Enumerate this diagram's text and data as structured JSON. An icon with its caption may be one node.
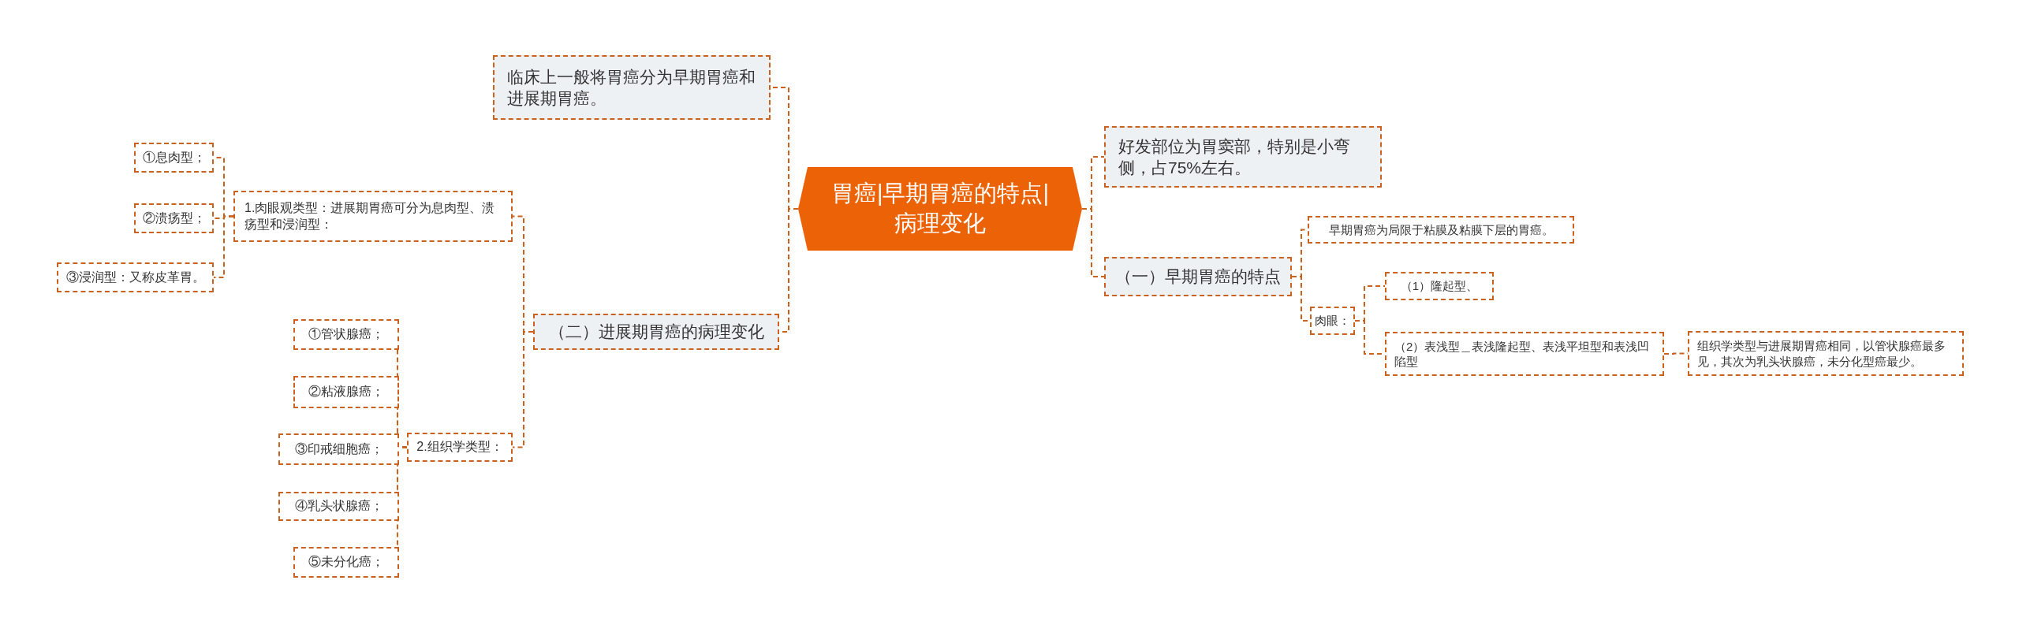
{
  "diagram": {
    "nodes": [
      {
        "text": [
          "胃癌|早期胃癌的特点|病理变化"
        ]
      },
      {
        "text": [
          "临床上一般将胃癌分为早期胃癌和进展期胃癌。"
        ]
      },
      {
        "text": [
          "好发部位为胃窦部，特别是小弯侧，占75%左右。"
        ]
      },
      {
        "text": [
          "（一）早期胃癌的特点"
        ]
      },
      {
        "text": [
          "早期胃癌为局限于粘膜及粘膜下层的胃癌。"
        ]
      },
      {
        "text": [
          "肉眼："
        ]
      },
      {
        "text": [
          "（1）隆起型、"
        ]
      },
      {
        "text": [
          "（2）表浅型＿表浅隆起型、表浅平坦型和表浅凹陷型"
        ]
      },
      {
        "text": [
          "组织学类型与进展期胃癌相同，以管状腺癌最多见，其次为乳头状腺癌，未分化型癌最少。"
        ]
      },
      {
        "text": [
          "（二）进展期胃癌的病理变化"
        ]
      },
      {
        "text": [
          "1.肉眼观类型：进展期胃癌可分为息肉型、溃疡型和浸润型："
        ]
      },
      {
        "text": [
          "①息肉型；"
        ]
      },
      {
        "text": [
          "②溃疡型；"
        ]
      },
      {
        "text": [
          "③浸润型：又称皮革胃。"
        ]
      },
      {
        "text": [
          "2.组织学类型："
        ]
      },
      {
        "text": [
          "①管状腺癌；"
        ]
      },
      {
        "text": [
          "②粘液腺癌；"
        ]
      },
      {
        "text": [
          "③印戒细胞癌；"
        ]
      },
      {
        "text": [
          "④乳头状腺癌；"
        ]
      },
      {
        "text": [
          "⑤未分化癌；"
        ]
      }
    ],
    "edges": [
      {
        "from": 0,
        "to": 1,
        "arrow": "none"
      },
      {
        "from": 0,
        "to": 9,
        "arrow": "none"
      },
      {
        "from": 0,
        "to": 2,
        "arrow": "none"
      },
      {
        "from": 0,
        "to": 3,
        "arrow": "none"
      },
      {
        "from": 3,
        "to": 4,
        "arrow": "none"
      },
      {
        "from": 3,
        "to": 5,
        "arrow": "none"
      },
      {
        "from": 5,
        "to": 6,
        "arrow": "none"
      },
      {
        "from": 5,
        "to": 7,
        "arrow": "none"
      },
      {
        "from": 7,
        "to": 8,
        "arrow": "none"
      },
      {
        "from": 9,
        "to": 10,
        "arrow": "none"
      },
      {
        "from": 9,
        "to": 14,
        "arrow": "none"
      },
      {
        "from": 10,
        "to": 11,
        "arrow": "none"
      },
      {
        "from": 10,
        "to": 12,
        "arrow": "none"
      },
      {
        "from": 10,
        "to": 13,
        "arrow": "none"
      },
      {
        "from": 14,
        "to": 15,
        "arrow": "none"
      },
      {
        "from": 14,
        "to": 16,
        "arrow": "none"
      },
      {
        "from": 14,
        "to": 17,
        "arrow": "none"
      },
      {
        "from": 14,
        "to": 18,
        "arrow": "none"
      },
      {
        "from": 14,
        "to": 19,
        "arrow": "none"
      }
    ]
  }
}
